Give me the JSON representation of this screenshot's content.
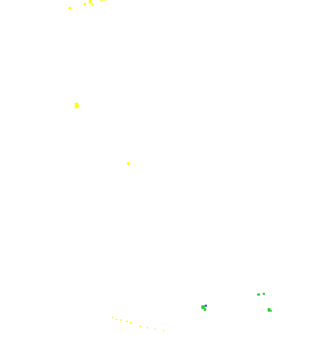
{
  "background_color": "#ffffff",
  "palette": {
    "yellow": "#ffff00",
    "green": "#33cc33",
    "blue": "#1e5cff"
  },
  "speck_clusters": [
    {
      "name": "top-left-yellow-cluster",
      "color_key": "yellow"
    },
    {
      "name": "left-mid-yellow-dot",
      "color_key": "yellow"
    },
    {
      "name": "center-yellow-dot",
      "color_key": "yellow"
    },
    {
      "name": "bottom-right-green-cluster",
      "color_key": "green"
    },
    {
      "name": "bottom-right-blue-dot",
      "color_key": "blue"
    },
    {
      "name": "bottom-yellow-trail",
      "color_key": "yellow"
    }
  ]
}
